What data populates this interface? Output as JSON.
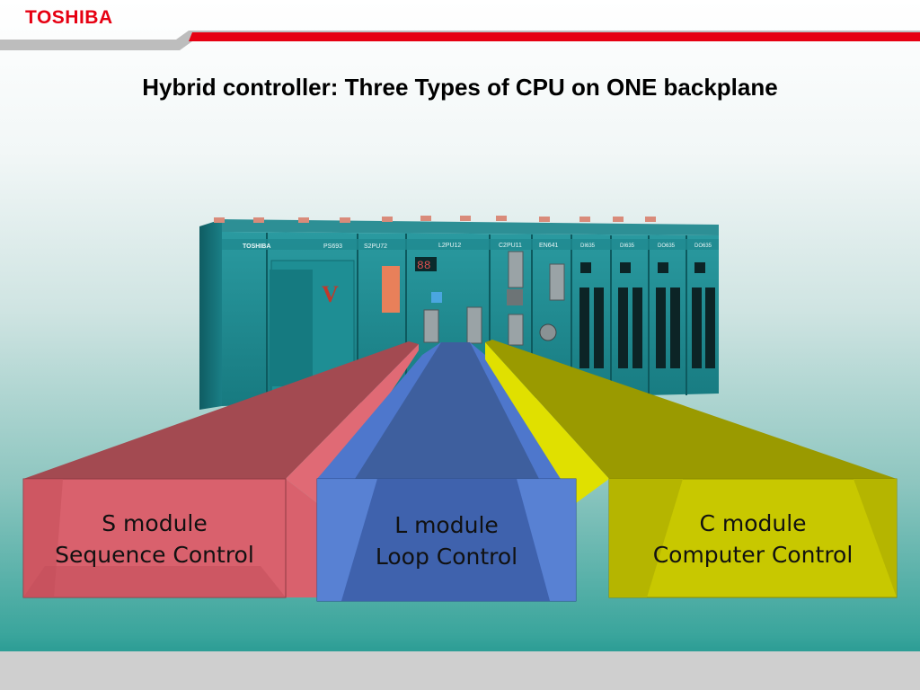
{
  "brand": {
    "logo_text": "TOSHIBA",
    "accent_color": "#e60012"
  },
  "title": "Hybrid controller: Three Types of CPU on ONE backplane",
  "device": {
    "brand_label": "TOSHIBA",
    "emblem_text": "V",
    "slot_labels": [
      "PS693",
      "S2PU72",
      "L2PU12",
      "C2PU11",
      "EN641",
      "DI635",
      "DI635",
      "DO635",
      "DO635"
    ],
    "digit_display": "88"
  },
  "modules": [
    {
      "id": "s",
      "line1": "S module",
      "line2": "Sequence Control",
      "color": "#d9616d"
    },
    {
      "id": "l",
      "line1": "L module",
      "line2": "Loop Control",
      "color": "#4a73c8"
    },
    {
      "id": "c",
      "line1": "C module",
      "line2": "Computer Control",
      "color": "#c8c800"
    }
  ]
}
